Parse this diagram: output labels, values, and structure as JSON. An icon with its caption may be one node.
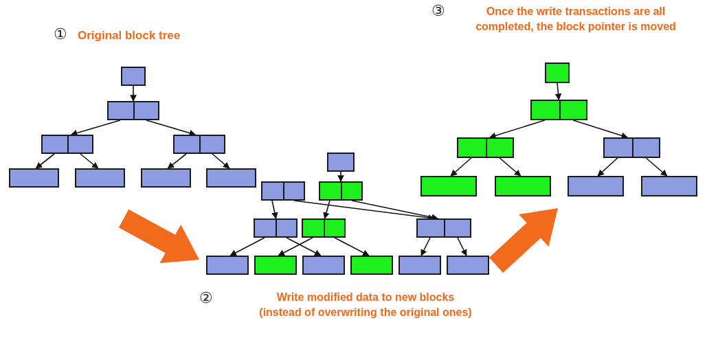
{
  "diagram": {
    "nodes": [
      {
        "text": [],
        "shape": "box"
      },
      {
        "text": [],
        "shape": "box"
      },
      {
        "text": [],
        "shape": "box"
      },
      {
        "text": [],
        "shape": "box"
      },
      {
        "text": [],
        "shape": "box"
      },
      {
        "text": [],
        "shape": "box"
      },
      {
        "text": [],
        "shape": "box"
      },
      {
        "text": [],
        "shape": "box"
      },
      {
        "text": [],
        "shape": "box"
      },
      {
        "text": [],
        "shape": "box"
      },
      {
        "text": [],
        "shape": "box"
      },
      {
        "text": [],
        "shape": "box"
      },
      {
        "text": [],
        "shape": "box"
      },
      {
        "text": [],
        "shape": "box"
      },
      {
        "text": [],
        "shape": "box"
      },
      {
        "text": [],
        "shape": "box"
      },
      {
        "text": [],
        "shape": "box"
      },
      {
        "text": [],
        "shape": "box"
      },
      {
        "text": [],
        "shape": "box"
      },
      {
        "text": [],
        "shape": "box"
      },
      {
        "text": [],
        "shape": "box"
      },
      {
        "text": [],
        "shape": "box"
      },
      {
        "text": [],
        "shape": "box"
      },
      {
        "text": [],
        "shape": "box"
      },
      {
        "text": [],
        "shape": "box"
      },
      {
        "text": [],
        "shape": "box"
      },
      {
        "text": [],
        "shape": "box"
      },
      {
        "text": [],
        "shape": "box"
      }
    ],
    "edges": [
      {
        "from": 0,
        "to": 1,
        "arrow": "to"
      },
      {
        "from": 1,
        "to": 2,
        "arrow": "to"
      },
      {
        "from": 1,
        "to": 3,
        "arrow": "to"
      },
      {
        "from": 2,
        "to": 4,
        "arrow": "to"
      },
      {
        "from": 2,
        "to": 5,
        "arrow": "to"
      },
      {
        "from": 3,
        "to": 6,
        "arrow": "to"
      },
      {
        "from": 3,
        "to": 7,
        "arrow": "to"
      },
      {
        "from": 8,
        "to": 9,
        "arrow": "to"
      },
      {
        "from": 9,
        "to": 10,
        "arrow": "to"
      },
      {
        "from": 9,
        "to": 11,
        "arrow": "to"
      },
      {
        "from": 10,
        "to": 12,
        "arrow": "to"
      },
      {
        "from": 10,
        "to": 13,
        "arrow": "to"
      },
      {
        "from": 11,
        "to": 14,
        "arrow": "to"
      },
      {
        "from": 11,
        "to": 15,
        "arrow": "to"
      },
      {
        "from": 16,
        "to": 18,
        "arrow": "to"
      },
      {
        "from": 17,
        "to": 19,
        "arrow": "to"
      },
      {
        "from": 18,
        "to": 20,
        "arrow": "to"
      },
      {
        "from": 17,
        "to": 21,
        "arrow": "to"
      },
      {
        "from": 18,
        "to": 21,
        "arrow": "to"
      },
      {
        "from": 19,
        "to": 22,
        "arrow": "to"
      },
      {
        "from": 20,
        "to": 23,
        "arrow": "to"
      },
      {
        "from": 19,
        "to": 24,
        "arrow": "to"
      },
      {
        "from": 20,
        "to": 25,
        "arrow": "to"
      },
      {
        "from": 21,
        "to": 26,
        "arrow": "to"
      },
      {
        "from": 21,
        "to": 27,
        "arrow": "to"
      }
    ],
    "labels": [
      "③",
      "Once the write transactions are all completed, the block pointer is moved",
      "①",
      "Original block tree",
      "②",
      "Write modified data to new blocks (instead of overwriting the original ones)"
    ]
  }
}
